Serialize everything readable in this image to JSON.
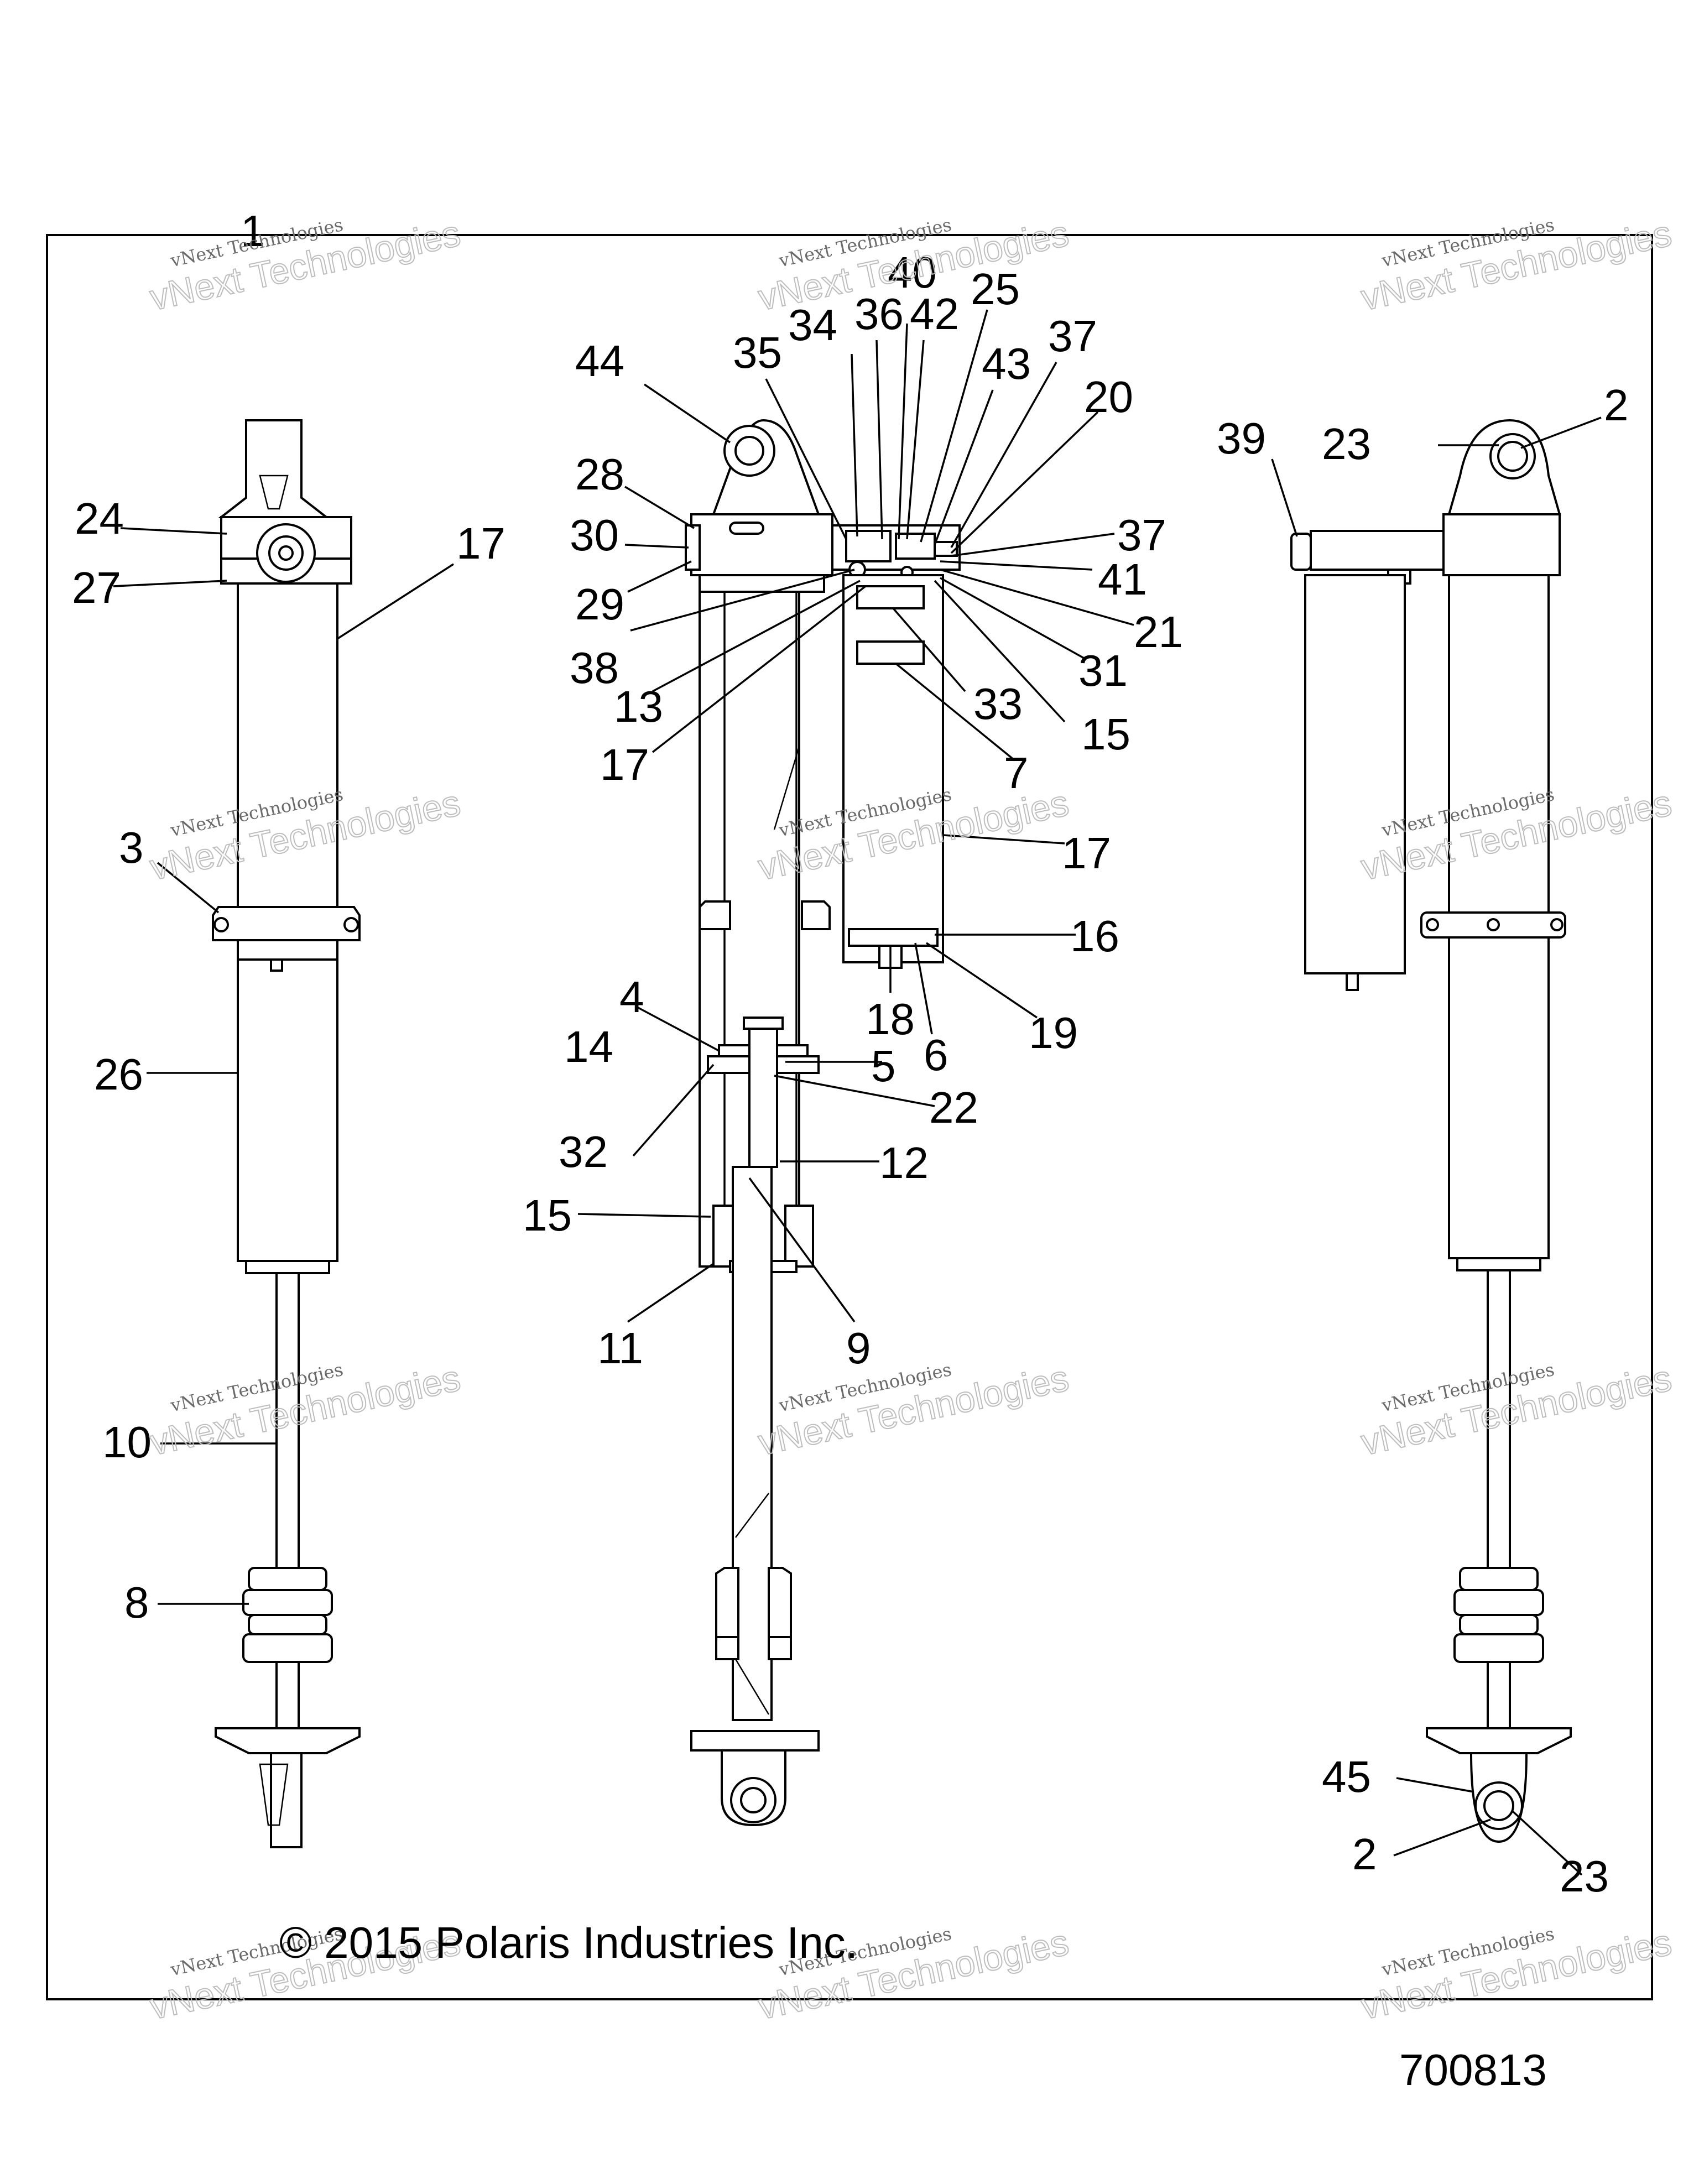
{
  "diagram": {
    "copyright": "© 2015 Polaris Industries Inc.",
    "figure_number": "700813",
    "watermark": {
      "line1": "vNext Technologies",
      "line2": "vNext Technologies"
    },
    "callouts": {
      "c1": "1",
      "c2a": "2",
      "c2b": "2",
      "c3": "3",
      "c4": "4",
      "c5": "5",
      "c6": "6",
      "c7": "7",
      "c8": "8",
      "c9": "9",
      "c10": "10",
      "c11": "11",
      "c12": "12",
      "c13": "13",
      "c14": "14",
      "c15a": "15",
      "c15b": "15",
      "c16": "16",
      "c17a": "17",
      "c17b": "17",
      "c17c": "17",
      "c18": "18",
      "c19": "19",
      "c20": "20",
      "c21": "21",
      "c22": "22",
      "c23a": "23",
      "c23b": "23",
      "c24": "24",
      "c25": "25",
      "c26": "26",
      "c27": "27",
      "c28": "28",
      "c29": "29",
      "c30": "30",
      "c31": "31",
      "c32": "32",
      "c33": "33",
      "c34": "34",
      "c35": "35",
      "c36": "36",
      "c37a": "37",
      "c37b": "37",
      "c38": "38",
      "c39": "39",
      "c40": "40",
      "c41": "41",
      "c42": "42",
      "c43": "43",
      "c44": "44",
      "c45": "45"
    }
  }
}
